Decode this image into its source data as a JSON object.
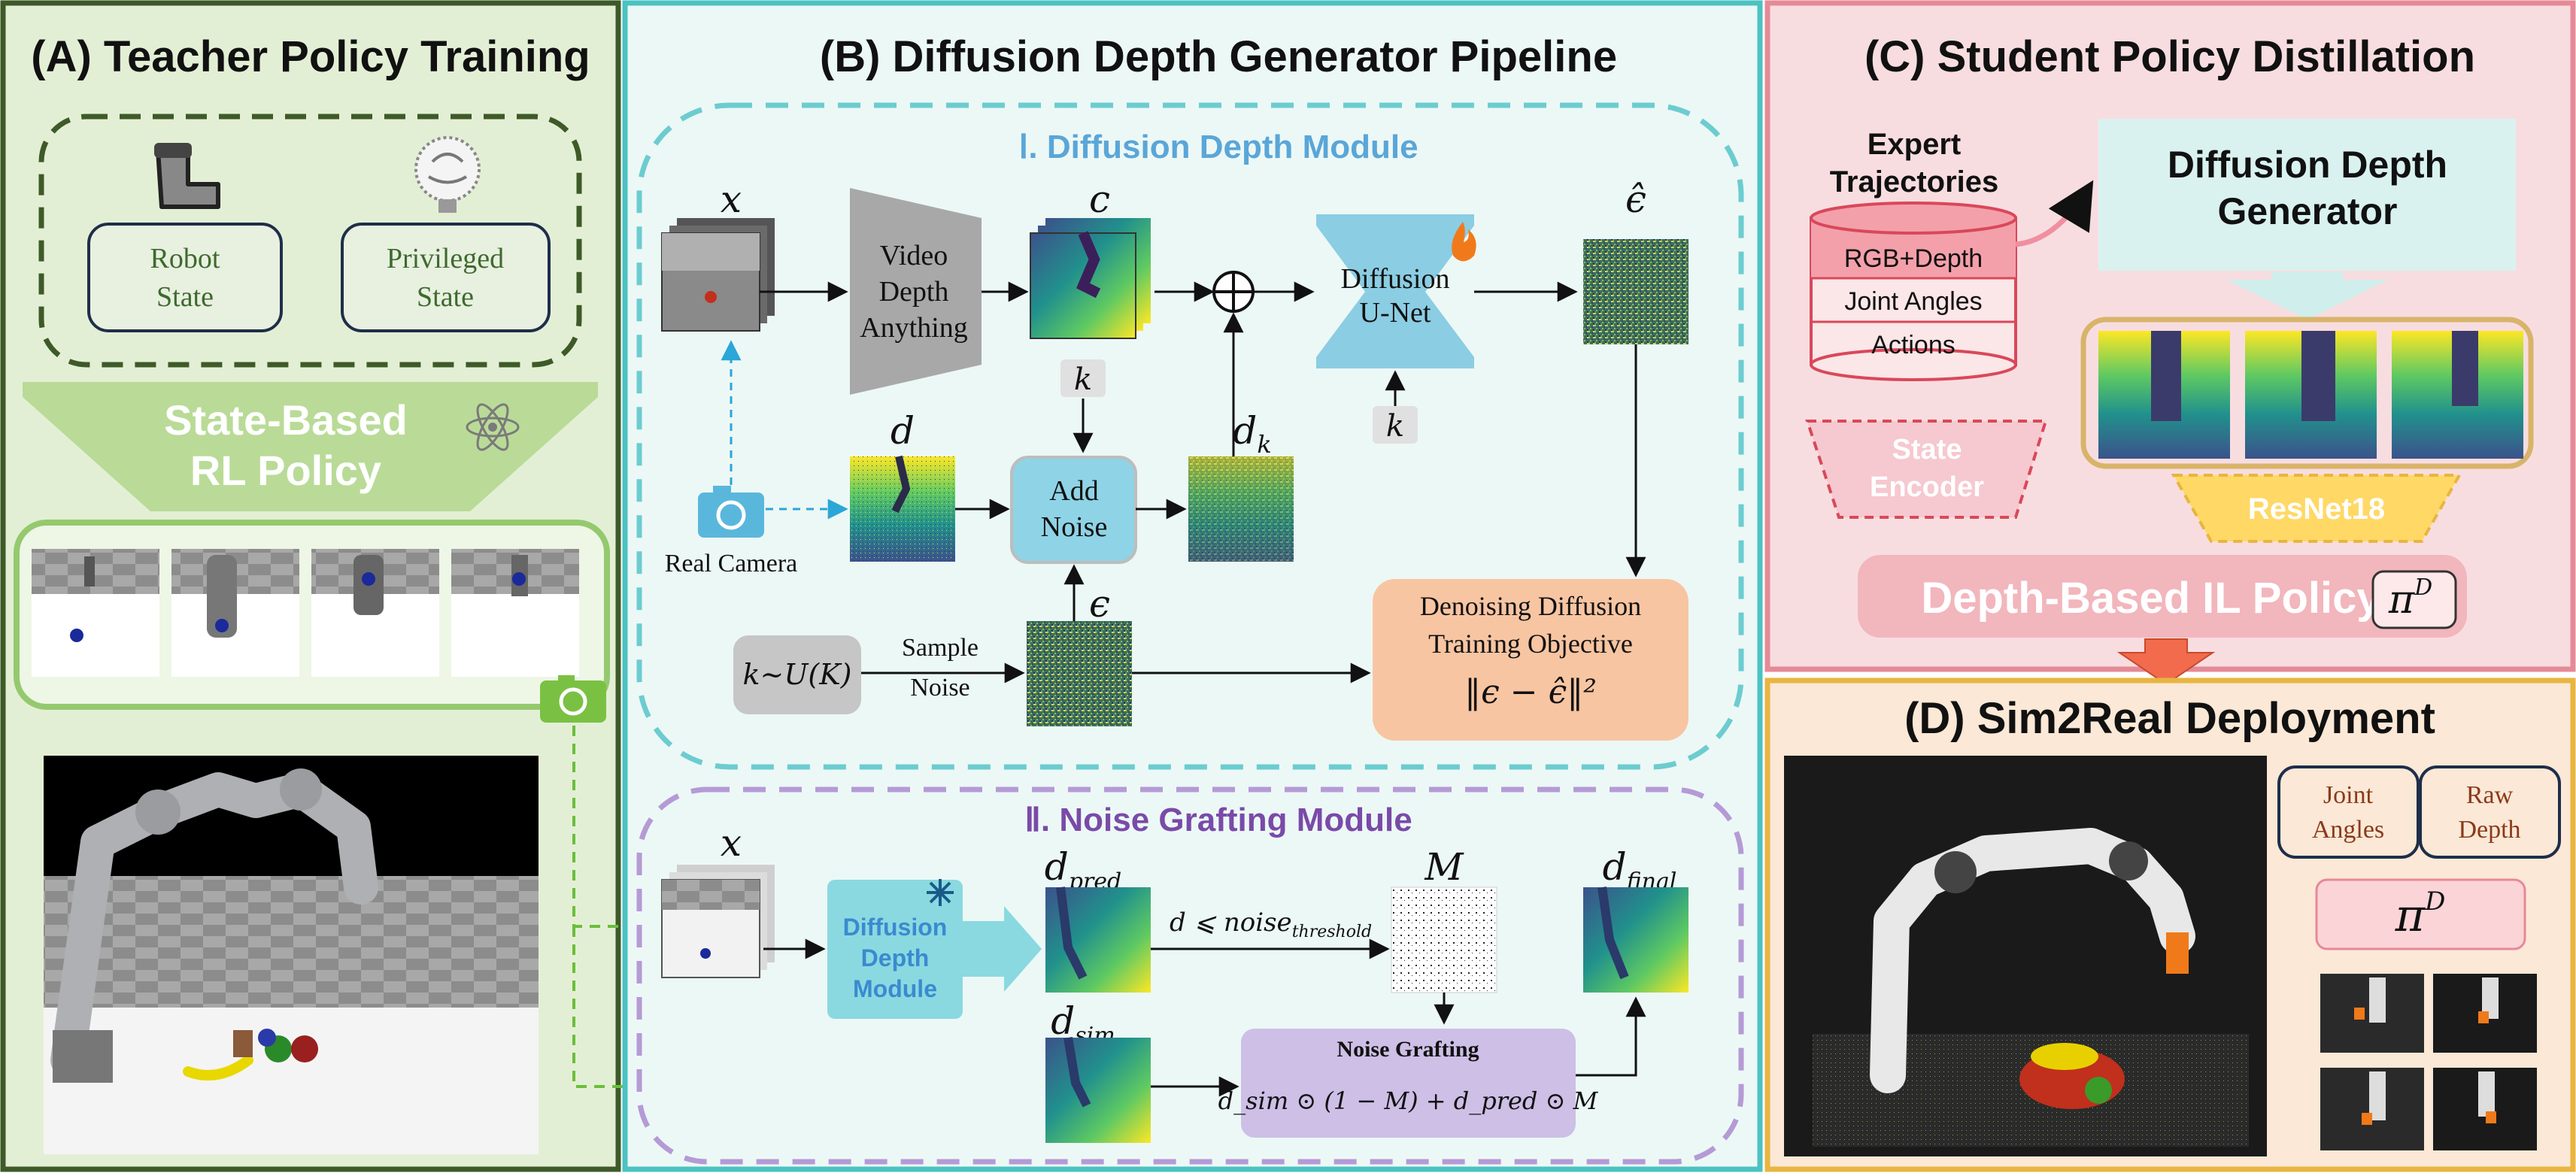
{
  "panel_a": {
    "title": "(A) Teacher Policy Training",
    "robot_state": [
      "Robot",
      "State"
    ],
    "privileged_state": [
      "Privileged",
      "State"
    ],
    "policy": [
      "State-Based",
      "RL Policy"
    ]
  },
  "panel_b": {
    "title": "(B) Diffusion Depth Generator Pipeline",
    "module1_title": "Ⅰ. Diffusion Depth Module",
    "module2_title": "Ⅱ. Noise Grafting Module",
    "x": "x",
    "c": "c",
    "eps_hat": "ϵ̂",
    "video_depth": [
      "Video",
      "Depth",
      "Anything"
    ],
    "unet": [
      "Diffusion",
      "U-Net"
    ],
    "k": "k",
    "d": "d",
    "dk_base": "d",
    "dk_sub": "k",
    "add_noise": [
      "Add",
      "Noise"
    ],
    "real_camera": "Real Camera",
    "eps": "ϵ",
    "k_sample": "k~U(K)",
    "sample_noise": [
      "Sample",
      "Noise"
    ],
    "objective": [
      "Denoising Diffusion",
      "Training Objective",
      "‖ϵ − ϵ̂‖²"
    ],
    "ddm_box": [
      "Diffusion",
      "Depth",
      "Module"
    ],
    "d_pred_base": "d",
    "d_pred_sub": "pred",
    "d_sim_base": "d",
    "d_sim_sub": "sim",
    "d_final_base": "d",
    "d_final_sub": "final",
    "M": "M",
    "threshold_main": "d ⩽ noise",
    "threshold_sub": "threshold",
    "noise_grafting": "Noise Grafting",
    "graft_formula": "d_sim ⊙ (1 − M) + d_pred ⊙ M"
  },
  "panel_c": {
    "title": "(C) Student Policy Distillation",
    "expert": [
      "Expert",
      "Trajectories"
    ],
    "stack": [
      "RGB+Depth",
      "Joint Angles",
      "Actions"
    ],
    "generator": [
      "Diffusion Depth",
      "Generator"
    ],
    "state_encoder": [
      "State",
      "Encoder"
    ],
    "resnet": "ResNet18",
    "il_policy": "Depth-Based IL Policy",
    "pi": "π",
    "pi_sup": "D"
  },
  "panel_d": {
    "title": "(D) Sim2Real Deployment",
    "joint_angles": [
      "Joint",
      "Angles"
    ],
    "raw_depth": [
      "Raw",
      "Depth"
    ],
    "pi": "π",
    "pi_sup": "D"
  },
  "colors": {
    "panel_a_border": "#3e5a28",
    "panel_a_bg": "#e3efd5",
    "panel_b_border": "#4cc2c2",
    "panel_b_bg": "#ecf8f6",
    "panel_c_border": "#e58a97",
    "panel_c_bg": "#f8dde0",
    "panel_d_border": "#e8b540",
    "panel_d_bg": "#fbe8d6",
    "module1_dash": "#6cccd0",
    "module2_dash": "#b59ad6",
    "module1_title": "#5aa6d8",
    "module2_title": "#7a4aa8",
    "noise_box": "#8fd3e6",
    "objective_box": "#f8c5a2",
    "grafting_box": "#cdbfe6",
    "il_policy": "#f2b6bd"
  }
}
